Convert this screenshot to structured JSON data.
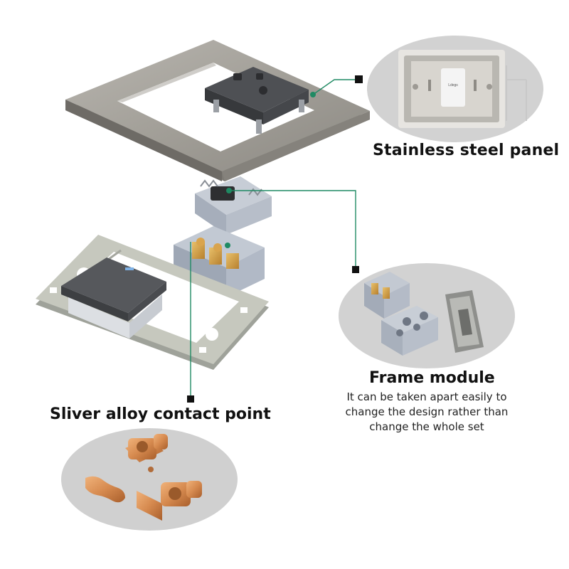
{
  "callouts": {
    "panel": {
      "title": "Stainless steel panel",
      "inset_logo": "Ldegs"
    },
    "frame": {
      "title": "Frame module",
      "description": [
        "It can be taken apart easily to",
        "change the design rather than",
        "change the whole set"
      ]
    },
    "contact": {
      "title": "Sliver alloy contact point"
    }
  },
  "colors": {
    "leader_line": "#1f8a63",
    "marker": "#111111",
    "inset_background": "#d2d2d2",
    "steel_panel": "#a8a59f",
    "frame_plate": "#c4c6bc",
    "copper": "#d9865a",
    "module_body": "#aeb5c0"
  }
}
